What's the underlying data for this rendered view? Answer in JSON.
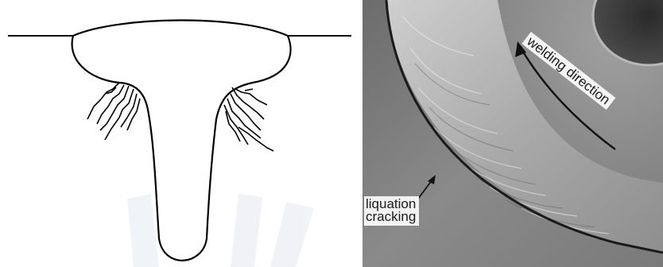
{
  "photo": {
    "labels": {
      "welding_direction": "welding direction",
      "liquation_line1": "liquation",
      "liquation_line2": "cracking"
    }
  }
}
